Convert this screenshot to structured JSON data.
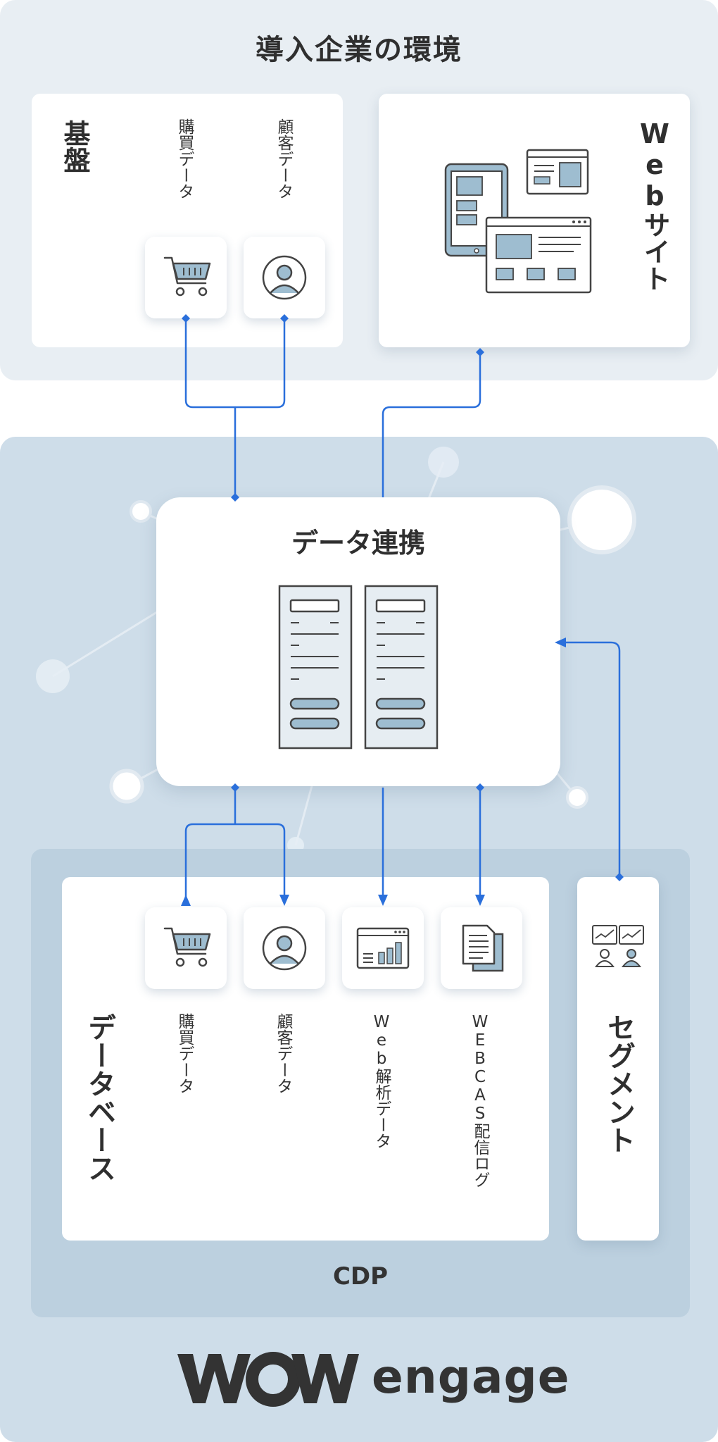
{
  "environment": {
    "title": "導入企業の環境",
    "base_label": "基盤",
    "purchase_data": "購買データ",
    "customer_data": "顧客データ",
    "website_label": "Webサイト"
  },
  "hub": {
    "title": "データ連携"
  },
  "database": {
    "label": "データベース",
    "items": [
      "購買データ",
      "顧客データ",
      "Web解析データ",
      "WEBCAS配信ログ"
    ]
  },
  "segment": {
    "label": "セグメント"
  },
  "cdp": {
    "label": "CDP"
  },
  "brand": {
    "wow": "WOW",
    "engage": "engage"
  },
  "colors": {
    "arrow": "#2a6fdb",
    "panel_top": "#e8eef3",
    "panel_main": "#cedde9",
    "panel_cdp": "#bcd0df",
    "icon_fill": "#9ebdd0"
  },
  "icons": [
    "cart-icon",
    "user-icon",
    "website-icon",
    "server-icon",
    "analytics-icon",
    "document-icon",
    "segment-icon"
  ]
}
